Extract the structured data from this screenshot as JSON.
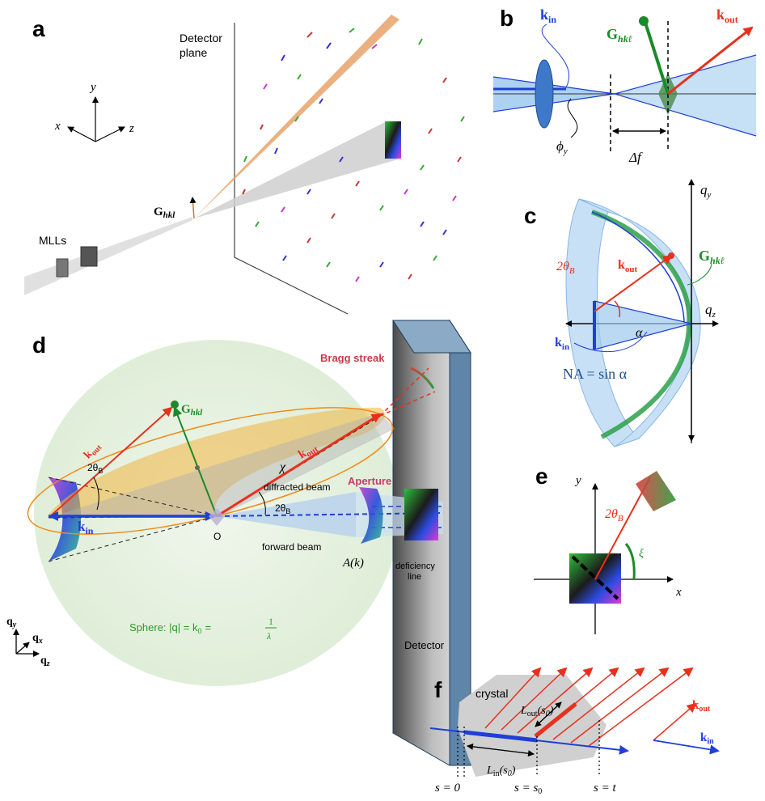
{
  "panels": {
    "a": {
      "label": "a",
      "detector_plane": [
        "Detector",
        "plane"
      ],
      "axes": {
        "x": "x",
        "y": "y",
        "z": "z"
      },
      "g_vector": "G",
      "g_sub": "hkl",
      "mll": "MLLs"
    },
    "b": {
      "label": "b",
      "k_in": "k",
      "k_in_sub": "in",
      "k_out": "k",
      "k_out_sub": "out",
      "g": "G",
      "g_sub": "hkℓ",
      "phi": "ϕ",
      "phi_sub": "y",
      "delta_f": "Δf"
    },
    "c": {
      "label": "c",
      "qy": "q",
      "qy_sub": "y",
      "qz": "q",
      "qz_sub": "z",
      "theta": "2θ",
      "theta_sub": "B",
      "k_out": "k",
      "k_out_sub": "out",
      "g": "G",
      "g_sub": "hkℓ",
      "alpha": "α",
      "k_in": "k",
      "k_in_sub": "in",
      "na": "NA = sin α"
    },
    "d": {
      "label": "d",
      "bragg_streak": "Bragg streak",
      "g": "G",
      "g_sub": "hkl",
      "k_out": "k",
      "k_out_sub": "out",
      "k_out_beam": "k",
      "k_out_beam_sub": "out",
      "chi": "χ",
      "theta_left": "2θ",
      "theta_left_sub": "B",
      "diffracted": "diffracted beam",
      "theta_mid": "2θ",
      "theta_mid_sub": "B",
      "aperture": "Aperture",
      "k_in": "k",
      "k_in_sub": "in",
      "origin": "O",
      "forward": "forward beam",
      "ak": "A(k)",
      "deficiency": [
        "deficiency",
        "line"
      ],
      "sphere": "Sphere: |q| = k",
      "sphere_sub": "0",
      "sphere_eq": "=",
      "sphere_num": "1",
      "sphere_den": "λ",
      "detector": "Detector",
      "axes": {
        "qy": "q",
        "qy_sub": "y",
        "qx": "q",
        "qx_sub": "x",
        "qz": "q",
        "qz_sub": "z"
      }
    },
    "e": {
      "label": "e",
      "y": "y",
      "x": "x",
      "theta": "2θ",
      "theta_sub": "B",
      "xi": "ξ"
    },
    "f": {
      "label": "f",
      "crystal": "crystal",
      "l_out": "L",
      "l_out_sub": "out",
      "l_out_arg": "(s",
      "l_out_arg_sub": "0",
      "l_out_close": ")",
      "l_in": "L",
      "l_in_sub": "in",
      "l_in_arg": "(s",
      "l_in_arg_sub": "0",
      "l_in_close": ")",
      "k_out": "k",
      "k_out_sub": "out",
      "k_in": "k",
      "k_in_sub": "in",
      "s0": "s = 0",
      "ss0": "s = s",
      "ss0_sub": "0",
      "st": "s = t"
    }
  },
  "colors": {
    "k_in": "#1f3fd6",
    "k_out": "#e8301c",
    "g": "#1a8a2a",
    "beam": "#9ec9ee",
    "sphere": "#e4efe0",
    "detector": "#5f86a8",
    "crystal": "#d0d0d0"
  }
}
